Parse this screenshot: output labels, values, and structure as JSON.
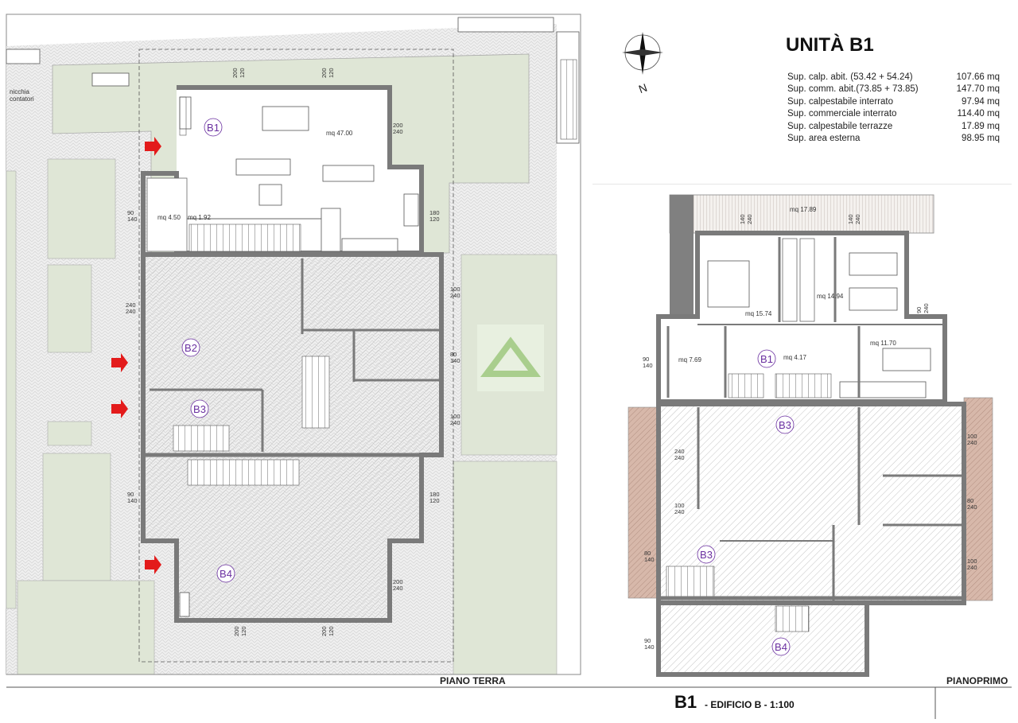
{
  "unit_title": "UNITÀ B1",
  "surfaces": [
    {
      "label": "Sup. calp. abit. (53.42 + 54.24)",
      "value": "107.66 mq"
    },
    {
      "label": "Sup. comm. abit.(73.85 + 73.85)",
      "value": "147.70 mq"
    },
    {
      "label": "Sup. calpestabile interrato",
      "value": "97.94 mq"
    },
    {
      "label": "Sup. commerciale interrato",
      "value": "114.40 mq"
    },
    {
      "label": "Sup. calpestabile terrazze",
      "value": "17.89 mq"
    },
    {
      "label": "Sup. area esterna",
      "value": "98.95 mq"
    }
  ],
  "plan_labels": {
    "ground": "PIANO TERRA",
    "first": "PIANOPRIMO"
  },
  "footer": {
    "code": "B1",
    "subtitle": "- EDIFICIO B - 1:100"
  },
  "compass_letter": "N",
  "nicchia": [
    "nicchia",
    "contatori"
  ],
  "rooms_ground": [
    {
      "label": "mq 47.00"
    },
    {
      "label": "mq 4.50"
    },
    {
      "label": "mq 1.92"
    }
  ],
  "rooms_first": [
    {
      "label": "mq 17.89"
    },
    {
      "label": "mq 15.74"
    },
    {
      "label": "mq 14.94"
    },
    {
      "label": "mq 4.17"
    },
    {
      "label": "mq 7.69"
    },
    {
      "label": "mq 11.70"
    }
  ],
  "unit_tags": [
    "B1",
    "B2",
    "B3",
    "B4",
    "B1",
    "B3",
    "B3",
    "B4"
  ],
  "window_dims": [
    [
      "200",
      "120"
    ],
    [
      "200",
      "120"
    ],
    [
      "200",
      "240"
    ],
    [
      "180",
      "120"
    ],
    [
      "90",
      "140"
    ],
    [
      "100",
      "240"
    ],
    [
      "240",
      "240"
    ],
    [
      "80",
      "140"
    ],
    [
      "100",
      "240"
    ],
    [
      "90",
      "140"
    ],
    [
      "180",
      "120"
    ],
    [
      "200",
      "240"
    ],
    [
      "200",
      "120"
    ],
    [
      "200",
      "120"
    ],
    [
      "140",
      "240"
    ],
    [
      "140",
      "240"
    ],
    [
      "90",
      "240"
    ],
    [
      "90",
      "140"
    ],
    [
      "100",
      "240"
    ],
    [
      "80",
      "240"
    ],
    [
      "240",
      "240"
    ],
    [
      "100",
      "240"
    ],
    [
      "80",
      "140"
    ],
    [
      "100",
      "240"
    ],
    [
      "90",
      "140"
    ]
  ],
  "colors": {
    "lawn": "#dfe6d6",
    "paving": "#eeeeee",
    "wall": "#8a8a8a",
    "arrow": "#e31b1b",
    "tag": "#6a2fa0",
    "terrace": "#c9a89a",
    "watermark": "#8fbf6a"
  }
}
